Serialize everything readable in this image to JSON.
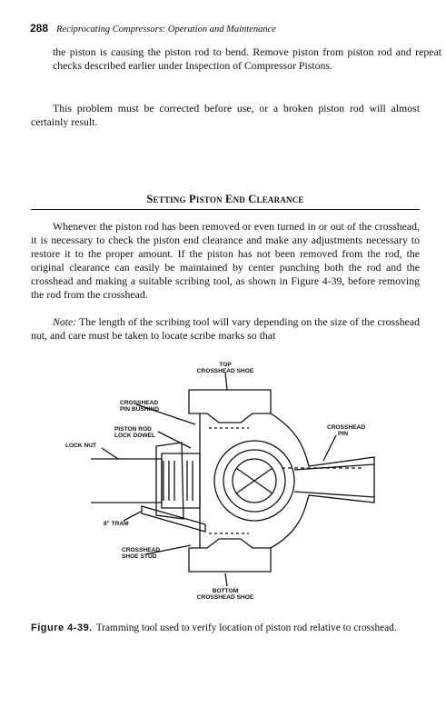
{
  "header": {
    "page_number": "288",
    "running_title": "Reciprocating Compressors: Operation and Maintenance"
  },
  "body": {
    "para1": "the piston is causing the piston rod to bend. Remove piston from piston rod and repeat checks described earlier under Inspection of Compressor Pistons.",
    "para2": "This problem must be corrected before use, or a broken piston rod will almost certainly result.",
    "heading": "Setting Piston End Clearance",
    "para3": "Whenever the piston rod has been removed or even turned in or out of the crosshead, it is necessary to check the piston end clearance and make any adjustments necessary to restore it to the proper amount. If the piston has not been removed from the rod, the original clearance can easily be maintained by center punching both the rod and the crosshead and making a suitable scribing tool, as shown in Figure 4-39, before removing the rod from the crosshead.",
    "note_label": "Note:",
    "note_text": " The length of the scribing tool will vary depending on the size of the crosshead nut, and care must be taken to locate scribe marks so that"
  },
  "figure": {
    "labels": {
      "top_shoe_1": "TOP",
      "top_shoe_2": "CROSSHEAD SHOE",
      "pin_bushing_1": "CROSSHEAD",
      "pin_bushing_2": "PIN BUSHING",
      "lock_dowel_1": "PISTON ROD",
      "lock_dowel_2": "LOCK DOWEL",
      "lock_nut": "LOCK NUT",
      "crosshead_pin_1": "CROSSHEAD",
      "crosshead_pin_2": "PIN",
      "tram": "8\" TRAM",
      "shoe_stud_1": "CROSSHEAD",
      "shoe_stud_2": "SHOE STUD",
      "bottom_shoe_1": "BOTTOM",
      "bottom_shoe_2": "CROSSHEAD SHOE"
    },
    "caption_label": "Figure 4-39.",
    "caption_text": "Tramming tool used to verify location of piston rod relative to crosshead."
  }
}
